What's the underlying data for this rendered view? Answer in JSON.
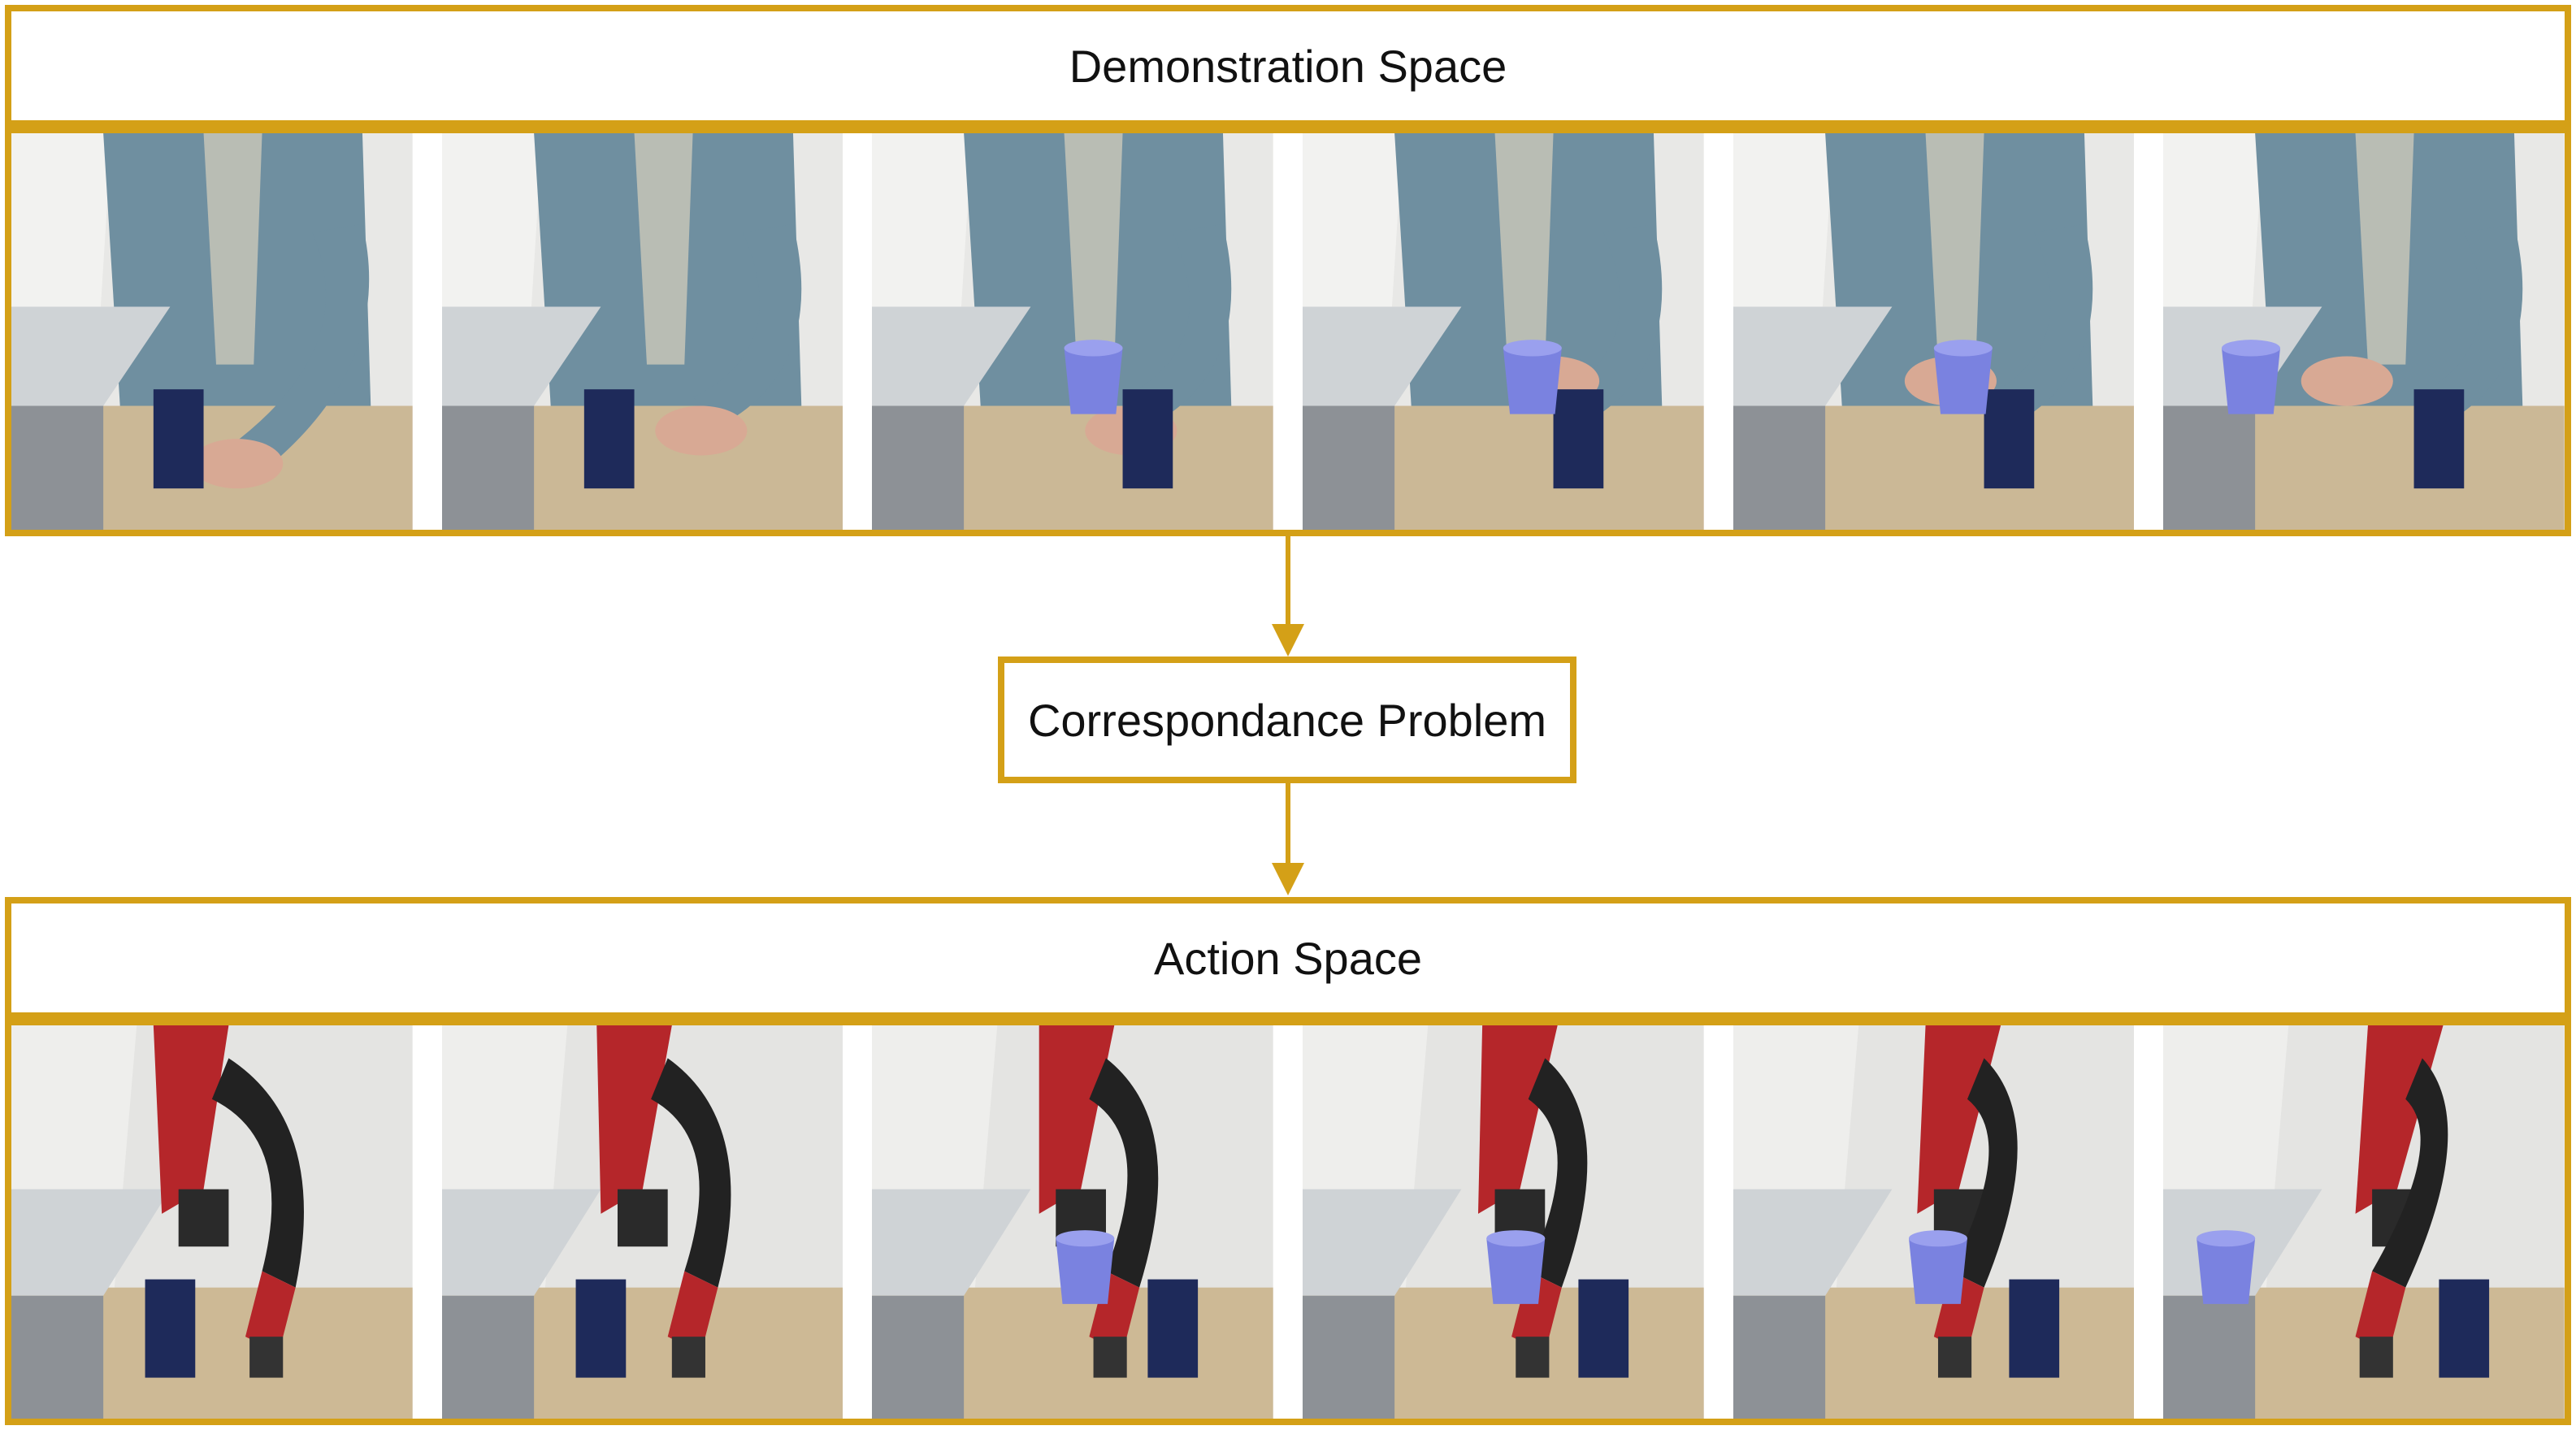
{
  "demonstration": {
    "title": "Demonstration Space",
    "frame_count": 6
  },
  "middle": {
    "label": "Correspondance Problem"
  },
  "action": {
    "title": "Action Space",
    "frame_count": 6
  },
  "colors": {
    "accent": "#d4a017",
    "text": "#111111",
    "background": "#ffffff"
  }
}
